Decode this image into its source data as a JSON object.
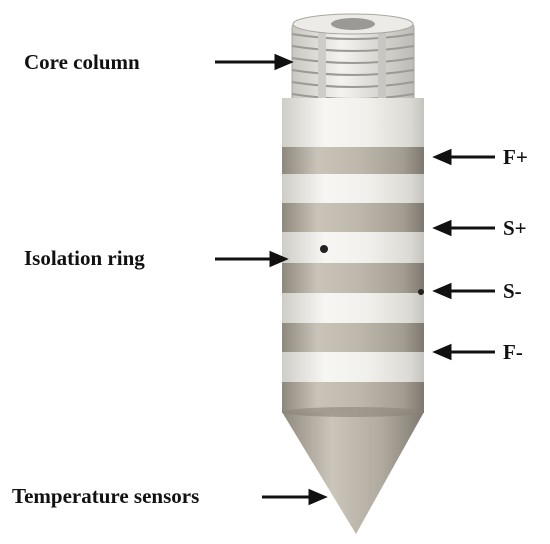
{
  "labels": {
    "core_column": "Core column",
    "isolation_ring": "Isolation ring",
    "temperature_sensors": "Temperature sensors",
    "f_plus": "F+",
    "s_plus": "S+",
    "s_minus": "S-",
    "f_minus": "F-"
  },
  "colors": {
    "metal_band": "#b9b3a8",
    "isolation_band": "#f1f0ec",
    "arrow": "#111111",
    "text": "#111111"
  }
}
